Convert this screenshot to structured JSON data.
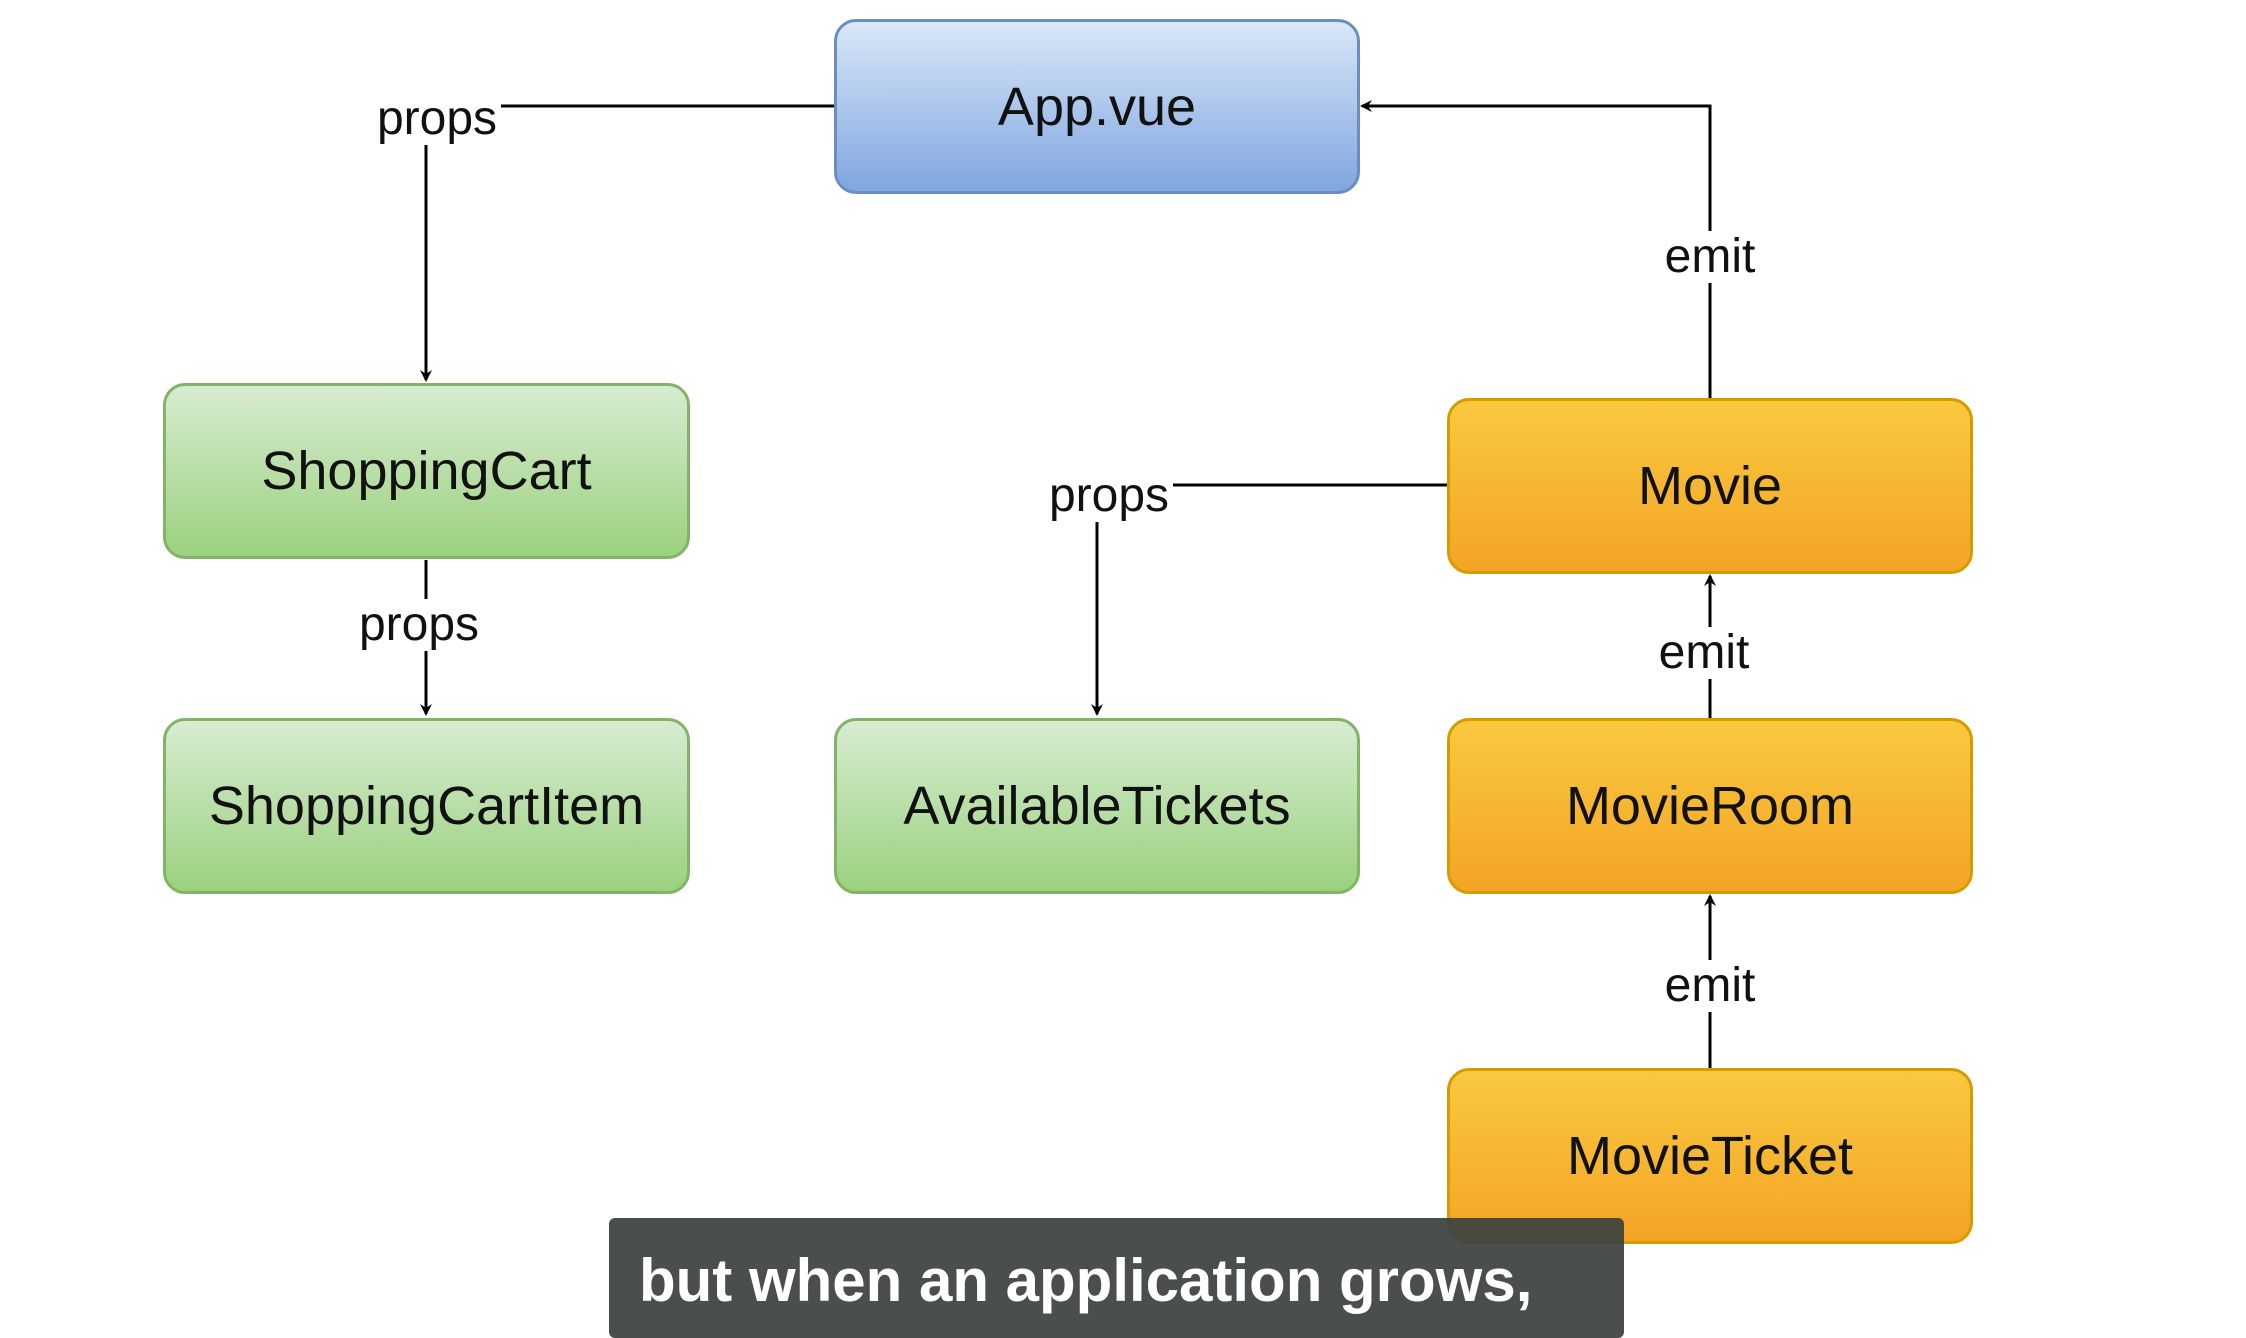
{
  "nodes": {
    "app": "App.vue",
    "shopping_cart": "ShoppingCart",
    "shopping_cart_item": "ShoppingCartItem",
    "available_tickets": "AvailableTickets",
    "movie": "Movie",
    "movie_room": "MovieRoom",
    "movie_ticket": "MovieTicket"
  },
  "edges": {
    "app_to_cart": "props",
    "cart_to_item": "props",
    "movie_to_tickets": "props",
    "movie_to_app": "emit",
    "room_to_movie": "emit",
    "ticket_to_room": "emit"
  },
  "caption": "but when an application grows,",
  "colors": {
    "blue_fill_top": "#dae7f8",
    "blue_fill_bottom": "#7fa6e0",
    "green_fill_top": "#d7ecd1",
    "green_fill_bottom": "#9bd17f",
    "orange_fill_top": "#f9c93f",
    "orange_fill_bottom": "#f4a425"
  }
}
